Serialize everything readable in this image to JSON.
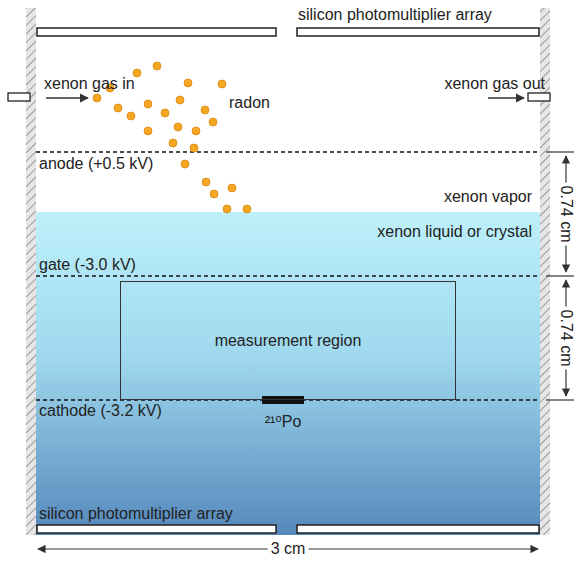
{
  "diagram": {
    "nodes": [
      {
        "text": [
          "measurement region"
        ]
      }
    ],
    "labels": [
      "silicon photomultiplier array",
      "xenon gas in",
      "xenon gas out",
      "radon",
      "anode (+0.5 kV)",
      "xenon vapor",
      "0.74 cm",
      "xenon liquid or crystal",
      "gate (-3.0 kV)",
      "0.74 cm",
      "cathode (-3.2 kV)",
      "²¹⁰Po",
      "silicon photomultiplier array",
      "3 cm"
    ]
  }
}
